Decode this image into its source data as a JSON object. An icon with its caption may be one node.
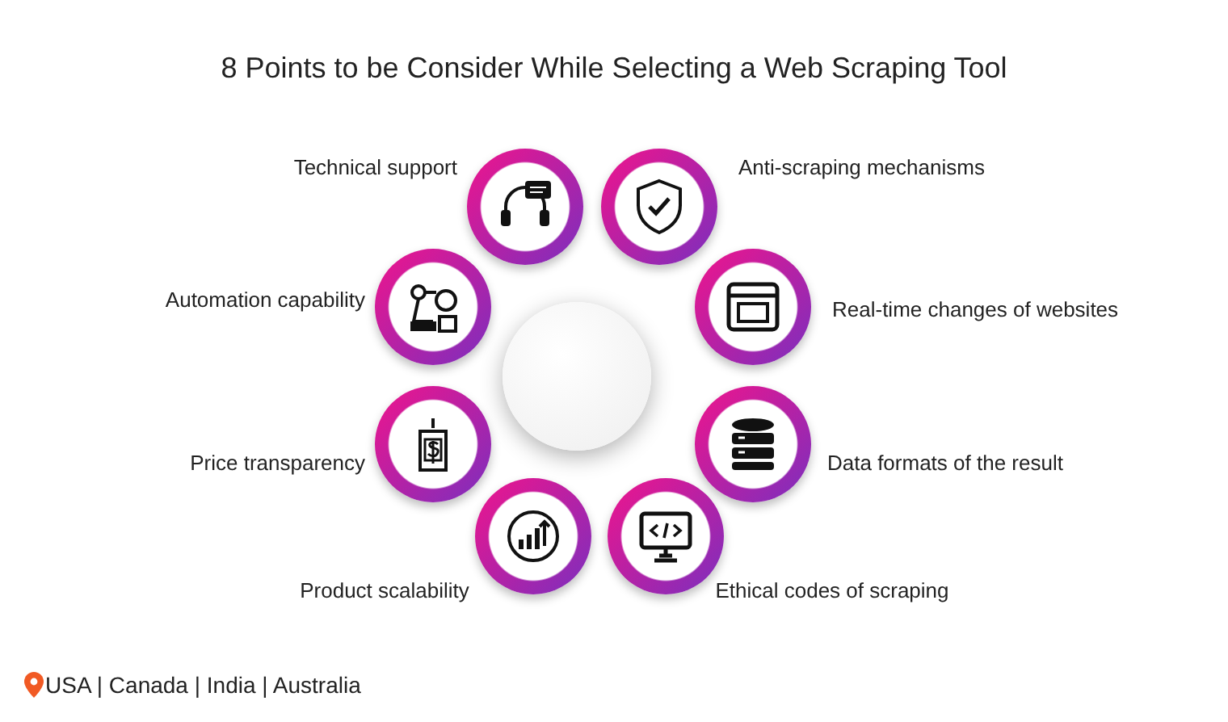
{
  "diagram": {
    "title": "8 Points to be Consider While Selecting a Web Scraping Tool",
    "nodes": [
      {
        "text": [
          "Technical support"
        ]
      },
      {
        "text": [
          "Anti-scraping mechanisms"
        ]
      },
      {
        "text": [
          "Automation capability"
        ]
      },
      {
        "text": [
          "Real-time changes of websites"
        ]
      },
      {
        "text": [],
        "shape": "circle"
      },
      {
        "text": [
          "Price transparency"
        ]
      },
      {
        "text": [
          "Data formats of the result"
        ]
      },
      {
        "text": [
          "Product scalability"
        ]
      },
      {
        "text": [
          "Ethical codes of scraping"
        ]
      }
    ],
    "edges": [],
    "labels": [
      "USA | Canada | India | Australia"
    ]
  }
}
